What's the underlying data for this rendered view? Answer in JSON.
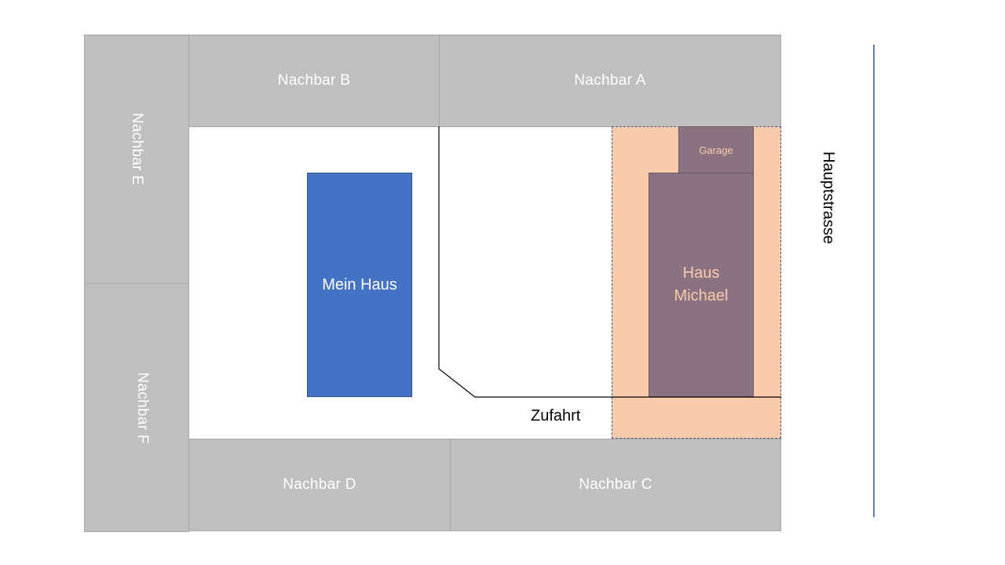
{
  "plan": {
    "neighbors": {
      "a": "Nachbar A",
      "b": "Nachbar B",
      "c": "Nachbar C",
      "d": "Nachbar D",
      "e": "Nachbar E",
      "f": "Nachbar F"
    },
    "mein_haus": "Mein Haus",
    "haus_michael_line1": "Haus",
    "haus_michael_line2": "Michael",
    "garage": "Garage",
    "zufahrt": "Zufahrt",
    "hauptstrasse": "Hauptstrasse"
  },
  "colors": {
    "neighbor_fill": "#bfbfbf",
    "mein_haus_fill": "#4472c4",
    "michael_zone_fill": "#f8cbad",
    "haus_michael_fill": "#8b7280",
    "road_line": "#2f5597"
  }
}
